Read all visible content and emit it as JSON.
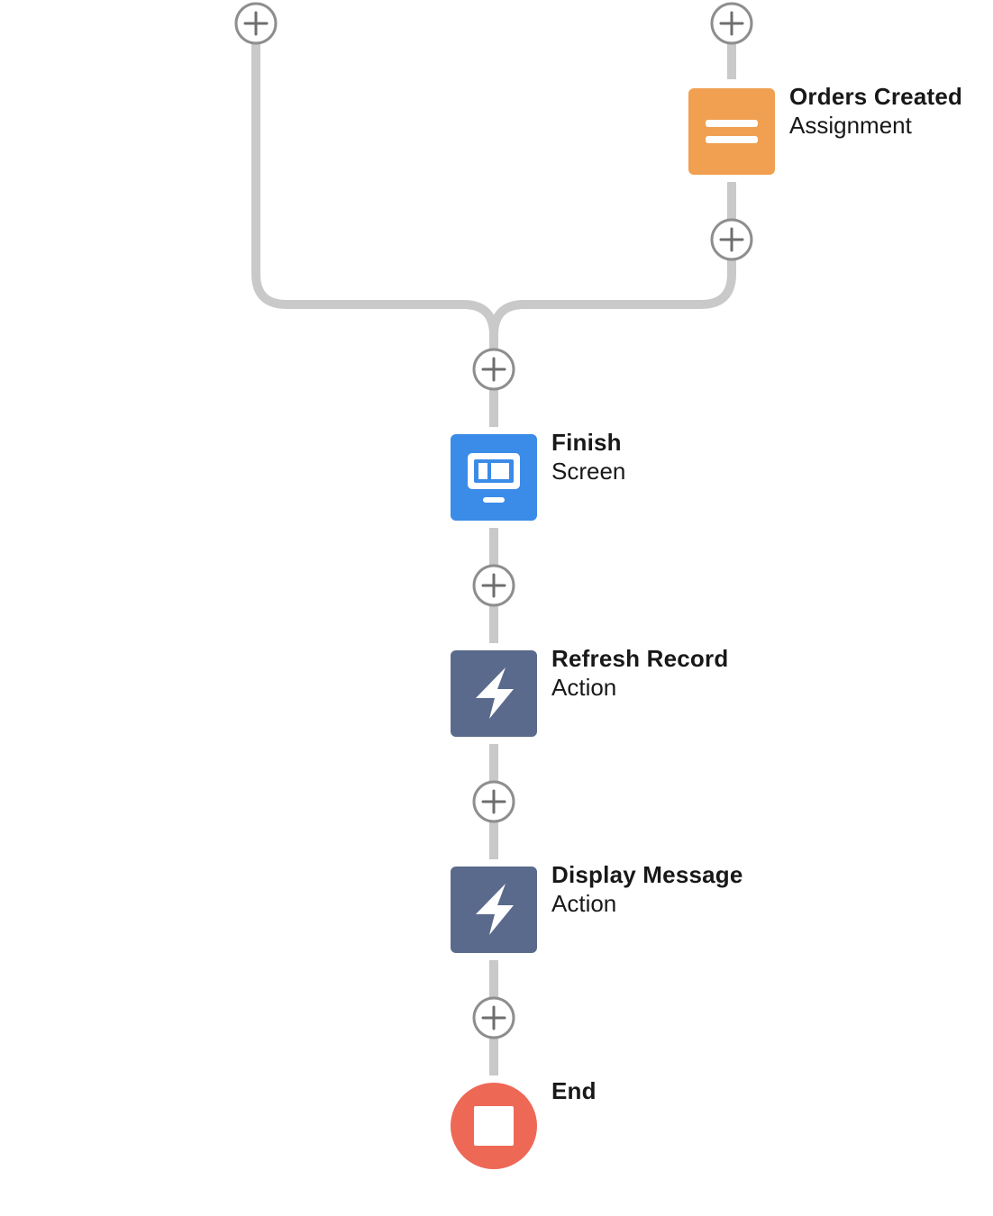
{
  "flow": {
    "nodes": [
      {
        "id": "orders-created",
        "title": "Orders Created",
        "type": "Assignment",
        "icon": "assignment-icon",
        "color": "#f0a050"
      },
      {
        "id": "finish",
        "title": "Finish",
        "type": "Screen",
        "icon": "screen-icon",
        "color": "#3b8be8"
      },
      {
        "id": "refresh-record",
        "title": "Refresh Record",
        "type": "Action",
        "icon": "lightning-bolt-icon",
        "color": "#5a6a8c"
      },
      {
        "id": "display-message",
        "title": "Display Message",
        "type": "Action",
        "icon": "lightning-bolt-icon",
        "color": "#5a6a8c"
      },
      {
        "id": "end",
        "title": "End",
        "type": "",
        "icon": "stop-icon",
        "color": "#ee6856"
      }
    ],
    "colors": {
      "connector": "#c9c9c9",
      "add_button_border": "#8e8e8e"
    }
  }
}
